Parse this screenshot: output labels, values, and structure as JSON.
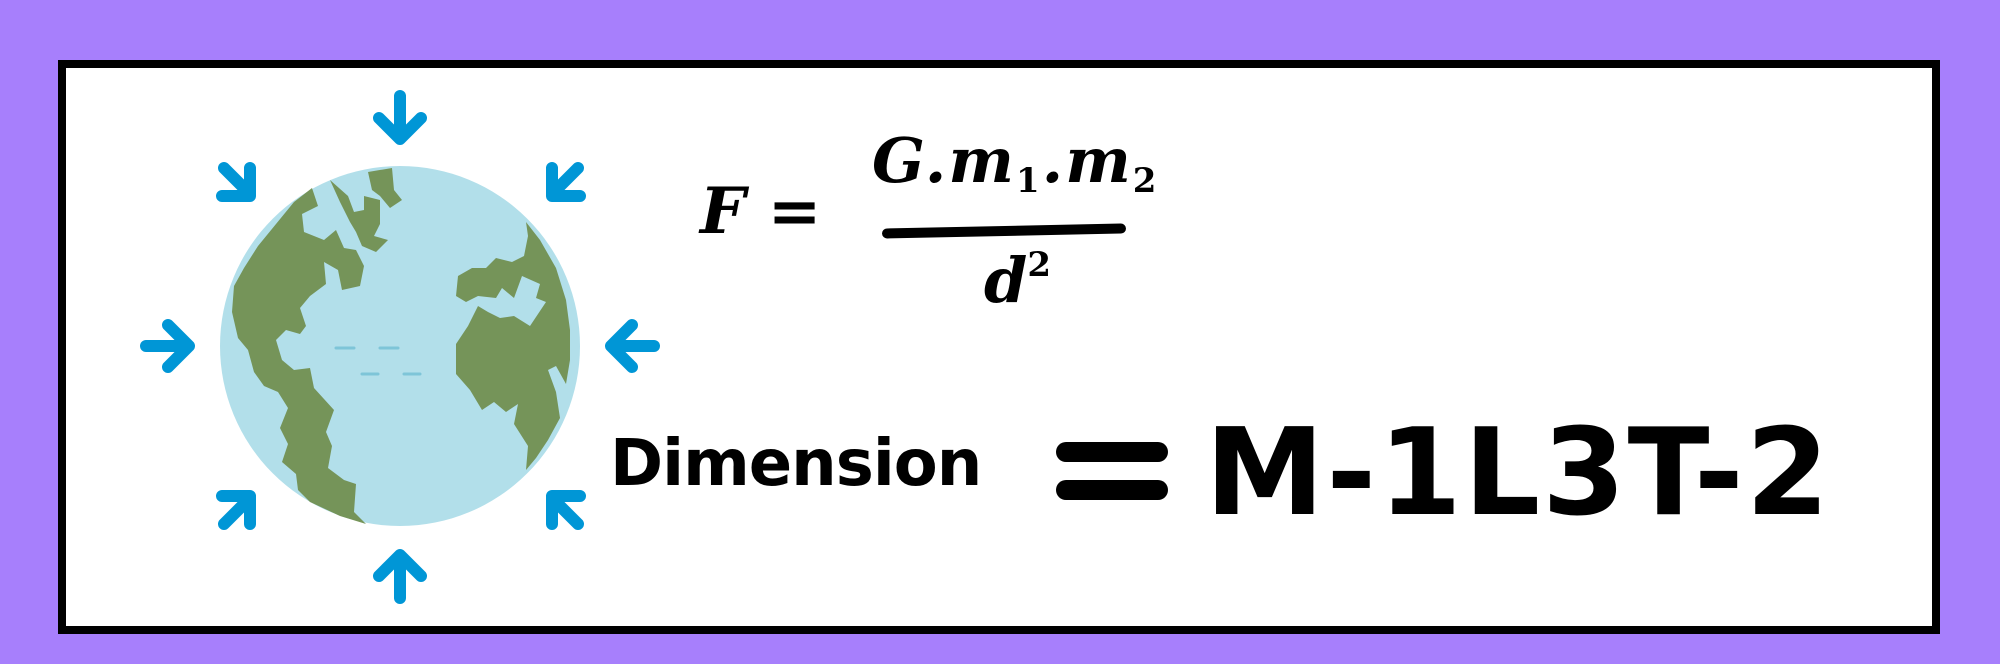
{
  "illustration": {
    "icon": "earth-globe-icon",
    "arrows_icon": "inward-arrow-icon",
    "arrow_color": "#0096d6",
    "ocean_color": "#b2dfea",
    "land_color": "#759459"
  },
  "formula": {
    "lhs": "F =",
    "numerator_parts": [
      "G.m",
      "1",
      ".m",
      "2"
    ],
    "denominator_base": "d",
    "denominator_exp": "2"
  },
  "dimension": {
    "label": "Dimension",
    "equals_icon": "equals-sign-icon",
    "value": "M-1L3T-2"
  },
  "colors": {
    "background": "#a77ffc",
    "card": "#ffffff",
    "border": "#000000"
  }
}
